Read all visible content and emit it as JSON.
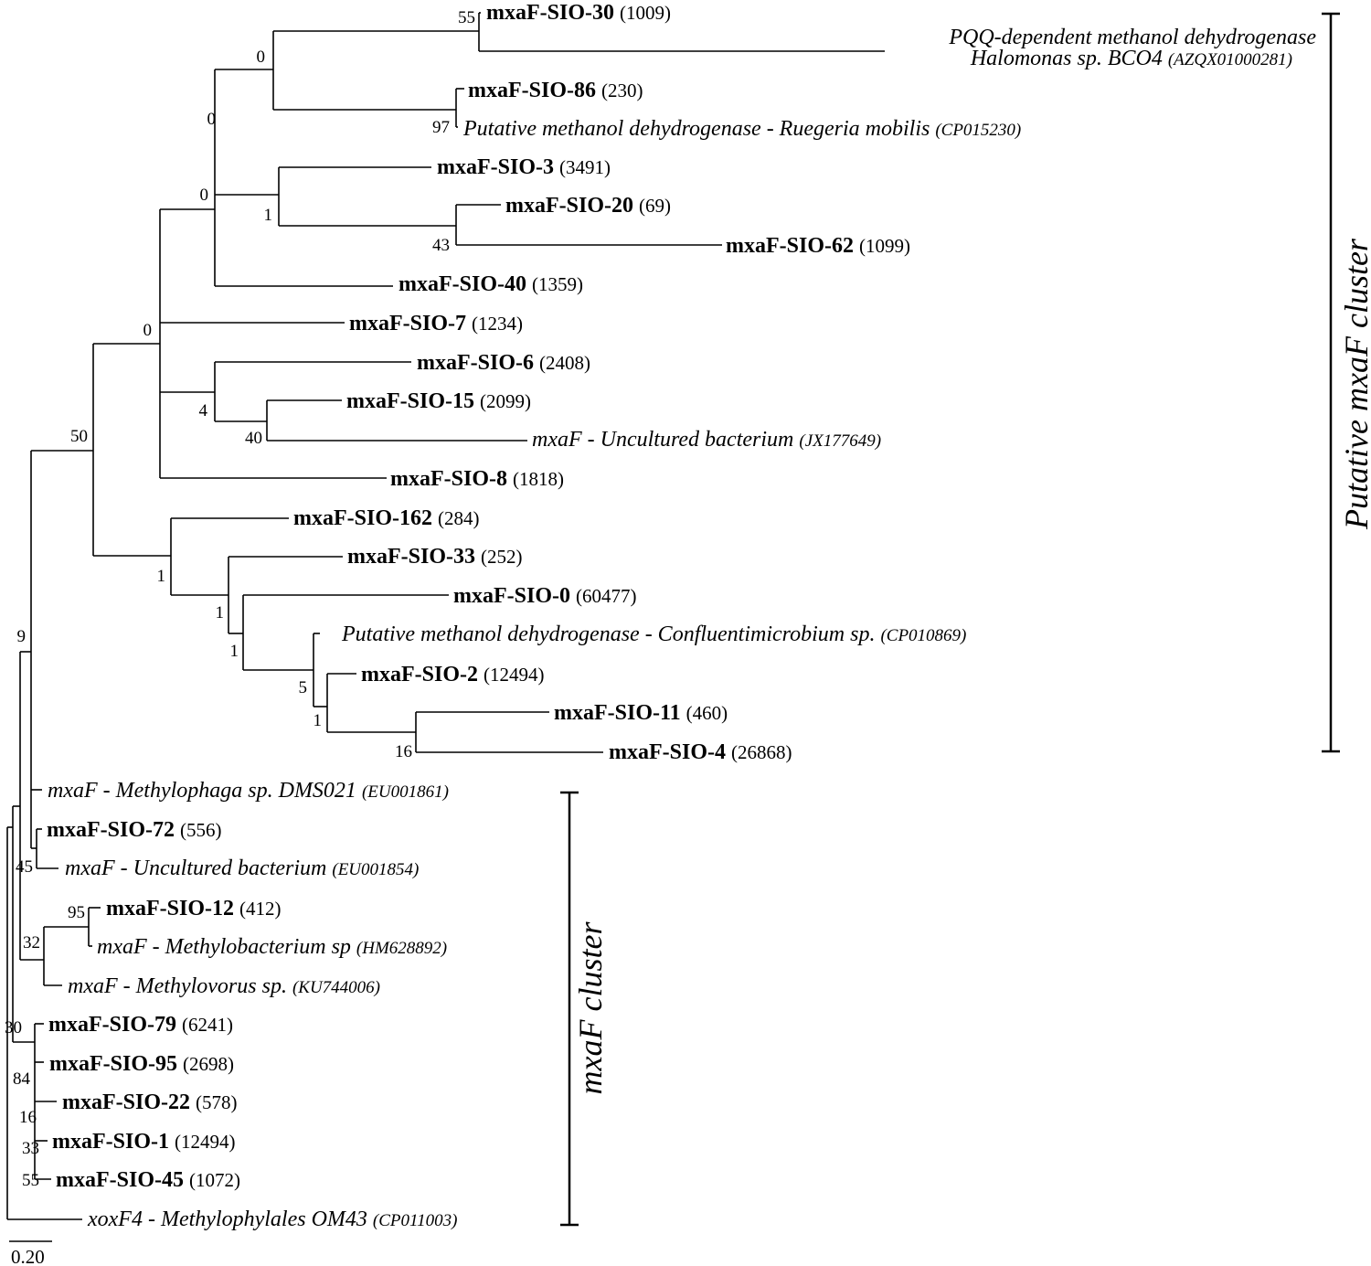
{
  "leaves": [
    {
      "id": "sio30",
      "label": "mxaF-SIO-30",
      "count": "(1009)",
      "bold": true
    },
    {
      "id": "pqq",
      "line1": "PQQ-dependent methanol dehydrogenase",
      "line2": "Halomonas sp. BCO4",
      "acc": "(AZQX01000281)",
      "bold": false
    },
    {
      "id": "sio86",
      "label": "mxaF-SIO-86",
      "count": "(230)",
      "bold": true
    },
    {
      "id": "rueg",
      "label": "Putative methanol dehydrogenase - Ruegeria mobilis",
      "acc": "(CP015230)",
      "bold": false
    },
    {
      "id": "sio3",
      "label": "mxaF-SIO-3",
      "count": "(3491)",
      "bold": true
    },
    {
      "id": "sio20",
      "label": "mxaF-SIO-20",
      "count": "(69)",
      "bold": true
    },
    {
      "id": "sio62",
      "label": "mxaF-SIO-62",
      "count": "(1099)",
      "bold": true
    },
    {
      "id": "sio40",
      "label": "mxaF-SIO-40",
      "count": "(1359)",
      "bold": true
    },
    {
      "id": "sio7",
      "label": "mxaF-SIO-7",
      "count": "(1234)",
      "bold": true
    },
    {
      "id": "sio6",
      "label": "mxaF-SIO-6",
      "count": "(2408)",
      "bold": true
    },
    {
      "id": "sio15",
      "label": "mxaF-SIO-15",
      "count": "(2099)",
      "bold": true
    },
    {
      "id": "unc1",
      "label": "mxaF - Uncultured bacterium",
      "acc": "(JX177649)",
      "bold": false
    },
    {
      "id": "sio8",
      "label": "mxaF-SIO-8",
      "count": "(1818)",
      "bold": true
    },
    {
      "id": "sio162",
      "label": "mxaF-SIO-162",
      "count": "(284)",
      "bold": true
    },
    {
      "id": "sio33",
      "label": "mxaF-SIO-33",
      "count": "(252)",
      "bold": true
    },
    {
      "id": "sio0",
      "label": "mxaF-SIO-0",
      "count": "(60477)",
      "bold": true
    },
    {
      "id": "conf",
      "label": "Putative methanol dehydrogenase - Confluentimicrobium sp.",
      "acc": "(CP010869)",
      "bold": false
    },
    {
      "id": "sio2",
      "label": "mxaF-SIO-2",
      "count": "(12494)",
      "bold": true
    },
    {
      "id": "sio11",
      "label": "mxaF-SIO-11",
      "count": "(460)",
      "bold": true
    },
    {
      "id": "sio4",
      "label": "mxaF-SIO-4",
      "count": "(26868)",
      "bold": true
    },
    {
      "id": "mphaga",
      "label": "mxaF - Methylophaga sp. DMS021",
      "acc": "(EU001861)",
      "bold": false
    },
    {
      "id": "sio72",
      "label": "mxaF-SIO-72",
      "count": "(556)",
      "bold": true
    },
    {
      "id": "unc2",
      "label": "mxaF - Uncultured bacterium",
      "acc": "(EU001854)",
      "bold": false
    },
    {
      "id": "sio12",
      "label": "mxaF-SIO-12",
      "count": "(412)",
      "bold": true
    },
    {
      "id": "mbact",
      "label": "mxaF - Methylobacterium sp",
      "acc": "(HM628892)",
      "bold": false
    },
    {
      "id": "mvorus",
      "label": "mxaF - Methylovorus sp.",
      "acc": "(KU744006)",
      "bold": false
    },
    {
      "id": "sio79",
      "label": "mxaF-SIO-79",
      "count": "(6241)",
      "bold": true
    },
    {
      "id": "sio95",
      "label": "mxaF-SIO-95",
      "count": "(2698)",
      "bold": true
    },
    {
      "id": "sio22",
      "label": "mxaF-SIO-22",
      "count": "(578)",
      "bold": true
    },
    {
      "id": "sio1",
      "label": "mxaF-SIO-1",
      "count": "(12494)",
      "bold": true
    },
    {
      "id": "sio45",
      "label": "mxaF-SIO-45",
      "count": "(1072)",
      "bold": true
    },
    {
      "id": "xoxf4",
      "label": "xoxF4 - Methylophylales OM43",
      "acc": "(CP011003)",
      "bold": false
    }
  ],
  "bootstrap": [
    "55",
    "0",
    "0",
    "97",
    "0",
    "1",
    "43",
    "0",
    "4",
    "40",
    "50",
    "1",
    "1",
    "1",
    "5",
    "1",
    "16",
    "9",
    "45",
    "95",
    "32",
    "30",
    "84",
    "16",
    "33",
    "55"
  ],
  "clusters": {
    "putative": "Putative mxaF cluster",
    "mxaf": "mxaF cluster"
  },
  "scale_bar": "0.20"
}
